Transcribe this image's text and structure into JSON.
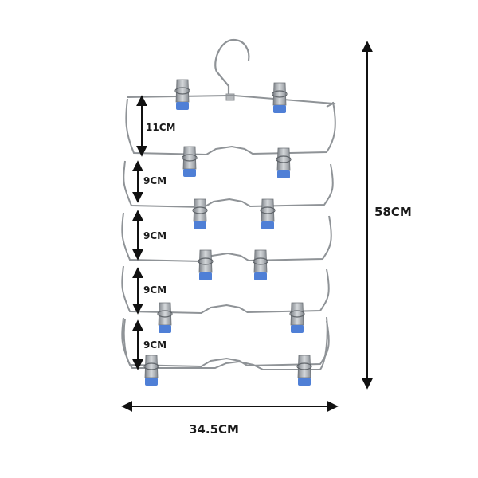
{
  "product": "tiered-clip-hanger",
  "dimensions": {
    "total_height": "58CM",
    "total_width": "34.5CM",
    "tier_gaps": [
      "11CM",
      "9CM",
      "9CM",
      "9CM",
      "9CM"
    ]
  },
  "colors": {
    "frame": "#8f9397",
    "clip_metal": "#a9adb2",
    "clip_tip": "#4f7fd6",
    "arrow": "#111111",
    "text": "#1a1a1a"
  },
  "tier_count": 6
}
